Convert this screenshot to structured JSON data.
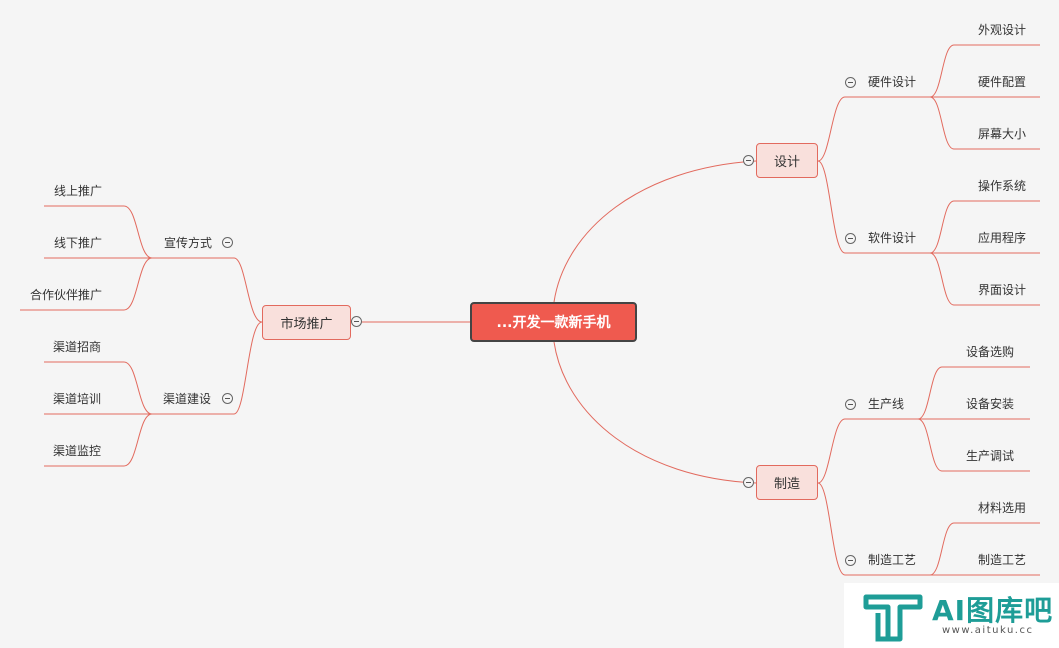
{
  "root": {
    "label": "...开发一款新手机"
  },
  "left": [
    {
      "label": "市场推广",
      "children": [
        {
          "label": "宣传方式",
          "children": [
            "线上推广",
            "线下推广",
            "合作伙伴推广"
          ]
        },
        {
          "label": "渠道建设",
          "children": [
            "渠道招商",
            "渠道培训",
            "渠道监控"
          ]
        }
      ]
    }
  ],
  "right": [
    {
      "label": "设计",
      "children": [
        {
          "label": "硬件设计",
          "children": [
            "外观设计",
            "硬件配置",
            "屏幕大小"
          ]
        },
        {
          "label": "软件设计",
          "children": [
            "操作系统",
            "应用程序",
            "界面设计"
          ]
        }
      ]
    },
    {
      "label": "制造",
      "children": [
        {
          "label": "生产线",
          "children": [
            "设备选购",
            "设备安装",
            "生产调试"
          ]
        },
        {
          "label": "制造工艺",
          "children": [
            "材料选用",
            "制造工艺"
          ]
        }
      ]
    }
  ],
  "watermark": {
    "title": "AI图库吧",
    "url": "www.aituku.cc"
  },
  "colors": {
    "line": "#e26a5e",
    "root_fill": "#ef5a4f",
    "node_fill": "#f9e0dc",
    "logo": "#1e9d97"
  }
}
